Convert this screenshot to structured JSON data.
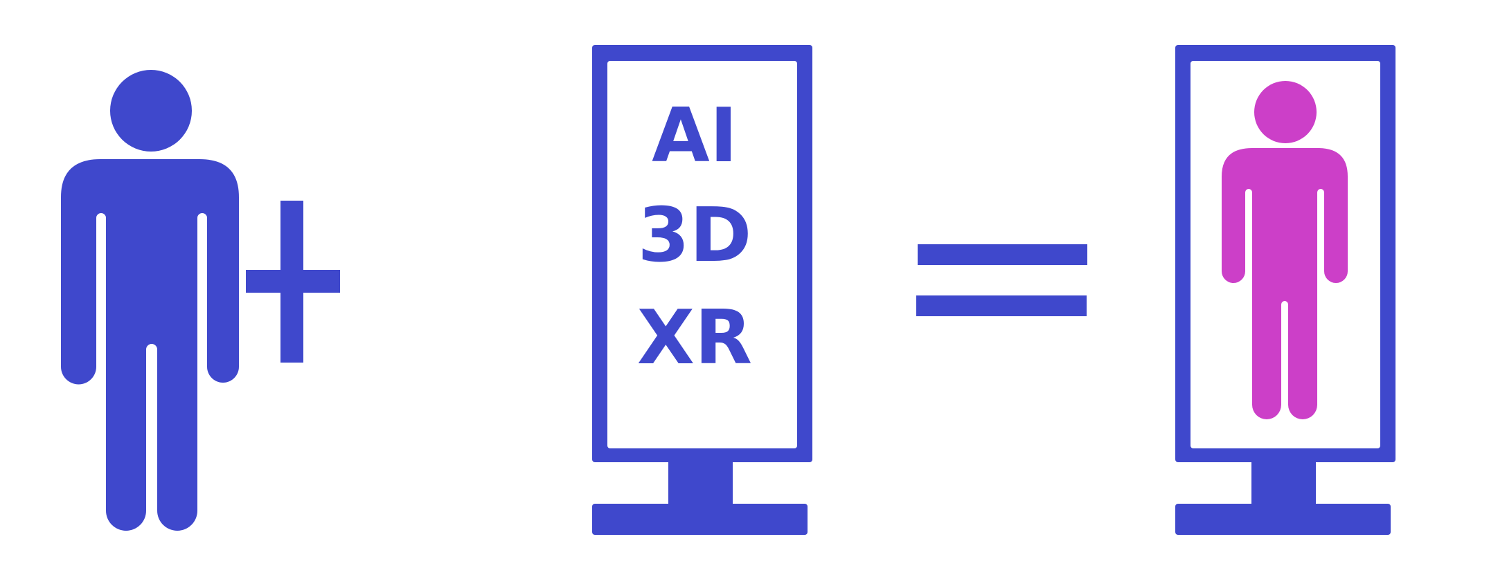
{
  "colors": {
    "primary": "#3f48cc",
    "highlight": "#cc3fc8",
    "background": "#ffffff"
  },
  "kiosk": {
    "lines": [
      "AI",
      "3D",
      "XR"
    ]
  },
  "operators": {
    "plus": "plus-icon",
    "equals": "equals-icon"
  }
}
